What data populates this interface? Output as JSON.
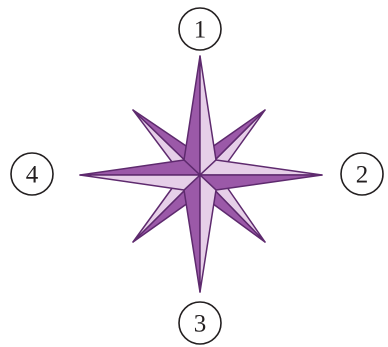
{
  "colors": {
    "dark_purple": "#9b59a8",
    "light_purple": "#e6cfe8",
    "outline": "#5e2a6e",
    "marker_stroke": "#231f20"
  },
  "markers": {
    "north": "1",
    "east": "2",
    "south": "3",
    "west": "4"
  },
  "figure": {
    "icon": "compass-rose-icon"
  }
}
